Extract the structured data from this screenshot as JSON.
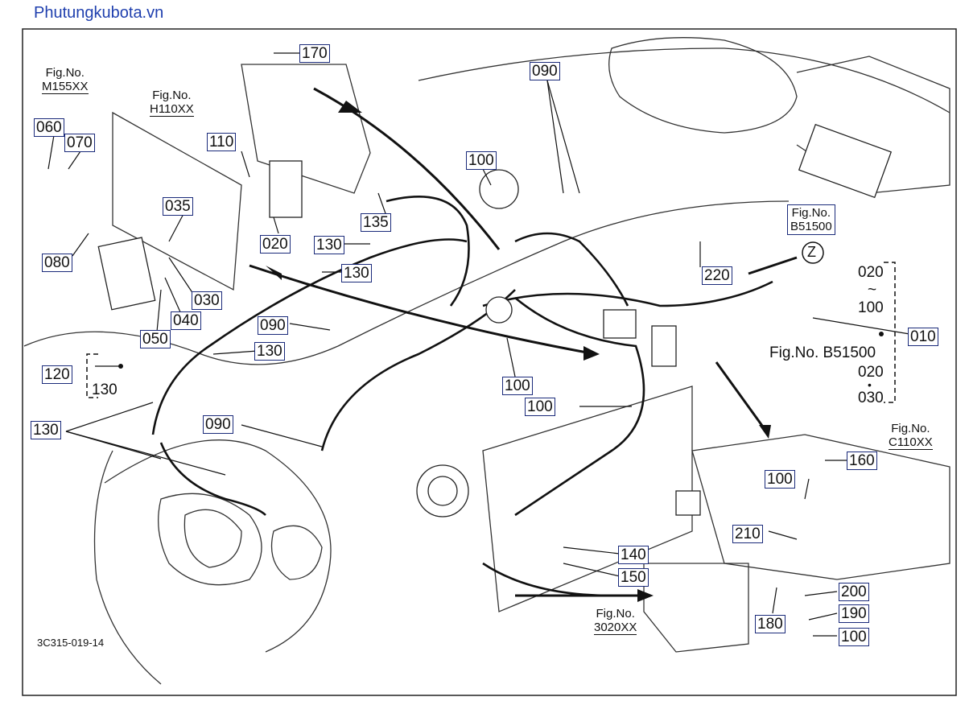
{
  "watermark": "Phutungkubota.vn",
  "diagram_code": "3C315-019-14",
  "figure_refs": [
    {
      "fig": "Fig.No.",
      "code": "M155XX"
    },
    {
      "fig": "Fig.No.",
      "code": "H110XX"
    },
    {
      "fig": "Fig.No.",
      "code": "B51500"
    },
    {
      "fig": "Fig.No.",
      "code": "C110XX"
    },
    {
      "fig": "Fig.No.",
      "code": "3020XX"
    }
  ],
  "inline_fig_ref": "Fig.No. B51500",
  "zone_marker": "Z",
  "range_group": {
    "from": "020",
    "tilde": "~",
    "to": "100",
    "sub_from": "020",
    "sub_to": "030"
  },
  "callouts": {
    "c170": "170",
    "c090a": "090",
    "c060": "060",
    "c070": "070",
    "c110": "110",
    "c100a": "100",
    "c035": "035",
    "c135": "135",
    "c020": "020",
    "c130a": "130",
    "c130b": "130",
    "c220": "220",
    "c080": "080",
    "c030": "030",
    "c040": "040",
    "c090b": "090",
    "c050": "050",
    "c130c": "130",
    "c120": "120",
    "c130d": "130",
    "c100b": "100",
    "c010": "010",
    "c100c": "100",
    "c130e": "130",
    "c090c": "090",
    "c160": "160",
    "c100d": "100",
    "c210": "210",
    "c140": "140",
    "c150": "150",
    "c200": "200",
    "c190": "190",
    "c180": "180",
    "c100e": "100"
  }
}
